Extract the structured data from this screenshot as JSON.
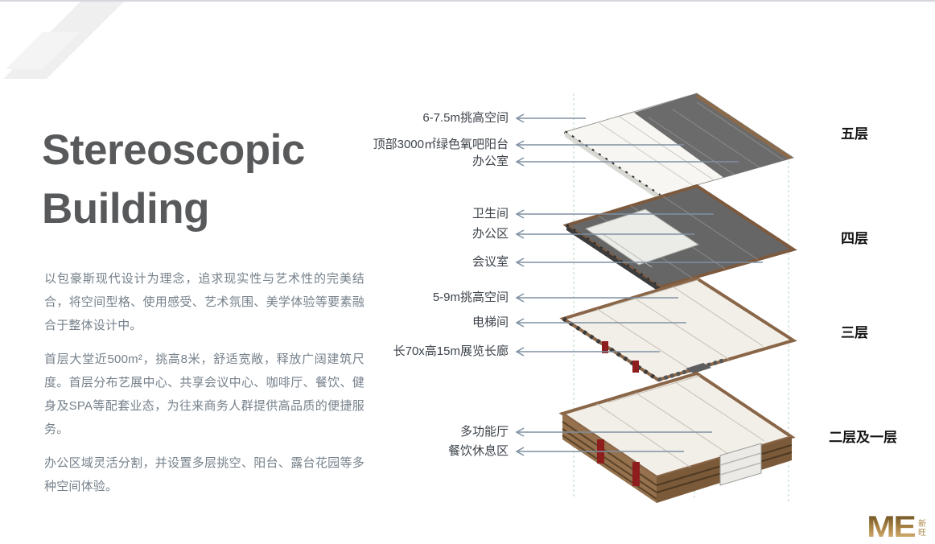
{
  "header": {
    "title_line1": "Stereoscopic",
    "title_line2": "Building"
  },
  "body": {
    "paragraphs": [
      "以包豪斯现代设计为理念，追求现实性与艺术性的完美结合，将空间型格、使用感受、艺术氛围、美学体验等要素融合于整体设计中。",
      "首层大堂近500m²，挑高8米，舒适宽敞，释放广阔建筑尺度。首层分布艺展中心、共享会议中心、咖啡厅、餐饮、健身及SPA等配套业态，为往来商务人群提供高品质的便捷服务。",
      "办公区域灵活分割，并设置多层挑空、阳台、露台花园等多种空间体验。"
    ]
  },
  "diagram": {
    "callouts": [
      {
        "label": "6-7.5m挑高空间"
      },
      {
        "label": "顶部3000㎡绿色氧吧阳台"
      },
      {
        "label": "办公室"
      },
      {
        "label": "卫生间"
      },
      {
        "label": "办公区"
      },
      {
        "label": "会议室"
      },
      {
        "label": "5-9m挑高空间"
      },
      {
        "label": "电梯间"
      },
      {
        "label": "长70x高15m展览长廊"
      },
      {
        "label": "多功能厅"
      },
      {
        "label": "餐饮休息区"
      }
    ],
    "floor_labels": [
      {
        "label": "五层"
      },
      {
        "label": "四层"
      },
      {
        "label": "三层"
      },
      {
        "label": "二层及一层"
      }
    ]
  },
  "logo": {
    "text": "ME",
    "sub": "新旺"
  },
  "colors": {
    "accent_brown": "#8a6648",
    "roof_gray": "#676767",
    "red_accent": "#8e1e1e",
    "guide_green": "#b5d6bd",
    "arrow_gray_blue": "#7f90a2",
    "title_gray": "#58595b",
    "body_text_gray": "#76818b",
    "logo_gold_dark": "#6e5124",
    "logo_gold_light": "#d8b172"
  }
}
